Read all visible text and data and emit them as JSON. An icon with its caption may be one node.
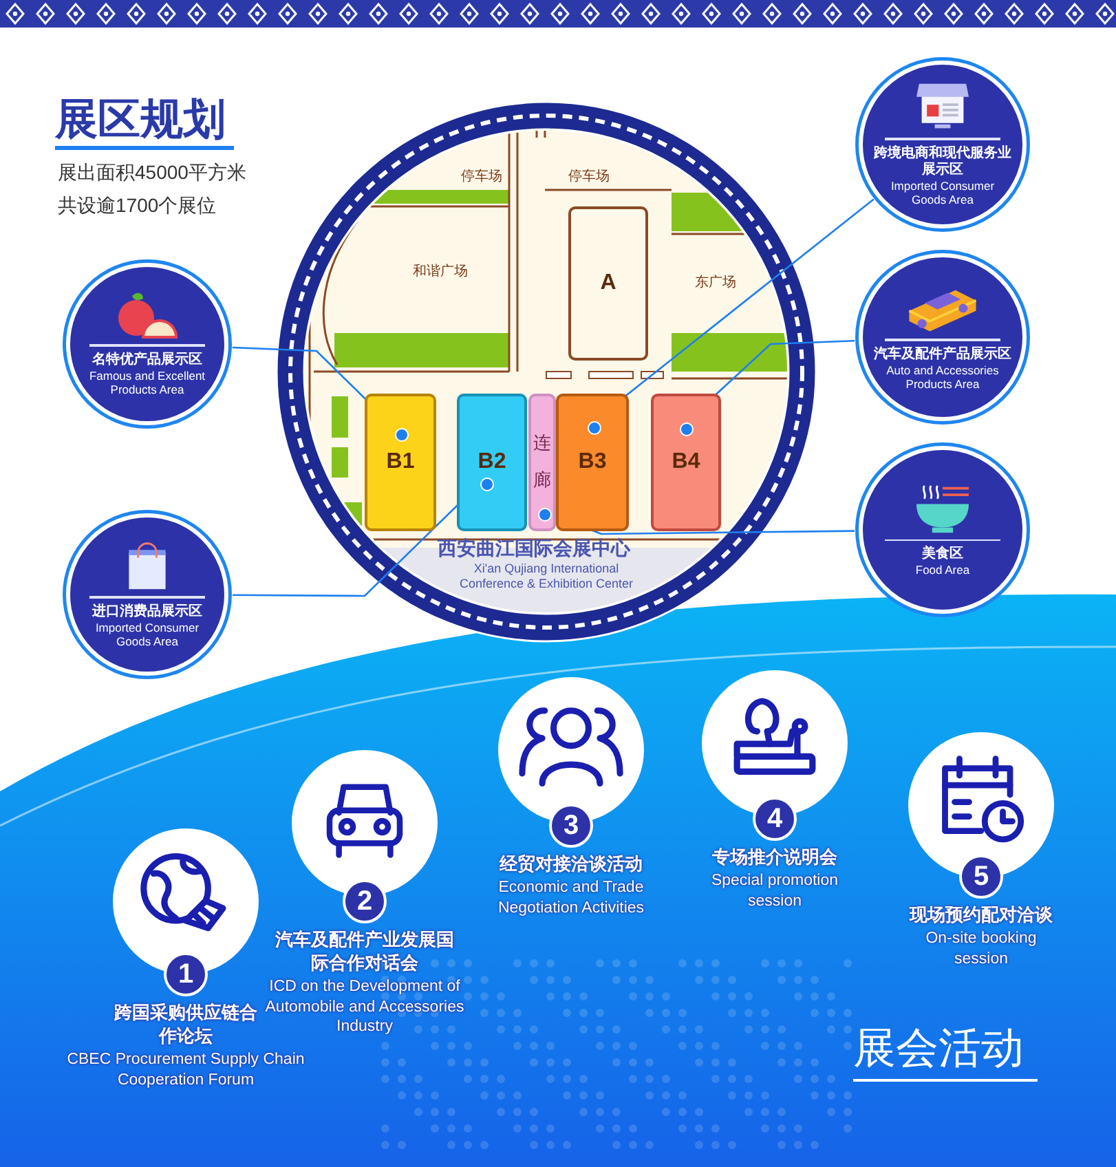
{
  "diagram": {
    "title": "展区规划",
    "nodes": [
      {
        "text": [
          "A"
        ]
      },
      {
        "text": [
          "B1"
        ]
      },
      {
        "text": [
          "B2"
        ]
      },
      {
        "text": [
          "连廊"
        ]
      },
      {
        "text": [
          "B3"
        ]
      },
      {
        "text": [
          "B4"
        ]
      },
      {
        "text": [
          "名特优产品展示区",
          "Famous and Excellent Products Area"
        ]
      },
      {
        "text": [
          "进口消费品展示区",
          "Imported Consumer Goods Area"
        ]
      },
      {
        "text": [
          "跨境电商和现代服务业展示区",
          "Imported Consumer Goods Area"
        ]
      },
      {
        "text": [
          "汽车及配件产品展示区",
          "Auto and Accessories Products Area"
        ]
      },
      {
        "text": [
          "美食区",
          "Food Area"
        ]
      },
      {
        "text": [
          "1",
          "跨国采购供应链合作论坛",
          "CBEC Procurement Supply Chain Cooperation Forum"
        ]
      },
      {
        "text": [
          "2",
          "汽车及配件产业发展国际合作对话会",
          "ICD on the Development of Automobile and Accessories Industry"
        ]
      },
      {
        "text": [
          "3",
          "经贸对接洽谈活动",
          "Economic and Trade Negotiation Activities"
        ]
      },
      {
        "text": [
          "4",
          "专场推介说明会",
          "Special promotion session"
        ]
      },
      {
        "text": [
          "5",
          "现场预约配对洽谈",
          "On-site booking session"
        ]
      }
    ],
    "edges": [
      {
        "from": 6,
        "to": 1,
        "arrow": "none"
      },
      {
        "from": 7,
        "to": 2,
        "arrow": "none"
      },
      {
        "from": 8,
        "to": 4,
        "arrow": "none"
      },
      {
        "from": 9,
        "to": 5,
        "arrow": "none"
      },
      {
        "from": 10,
        "to": 3,
        "arrow": "none"
      }
    ],
    "labels": [
      "展出面积45000平方米",
      "共设逾1700个展位",
      "停车场",
      "停车场",
      "和谐广场",
      "东广场",
      "西安曲江国际会展中心",
      "Xi'an Qujiang International Conference & Exhibition Center",
      "展会活动"
    ]
  }
}
